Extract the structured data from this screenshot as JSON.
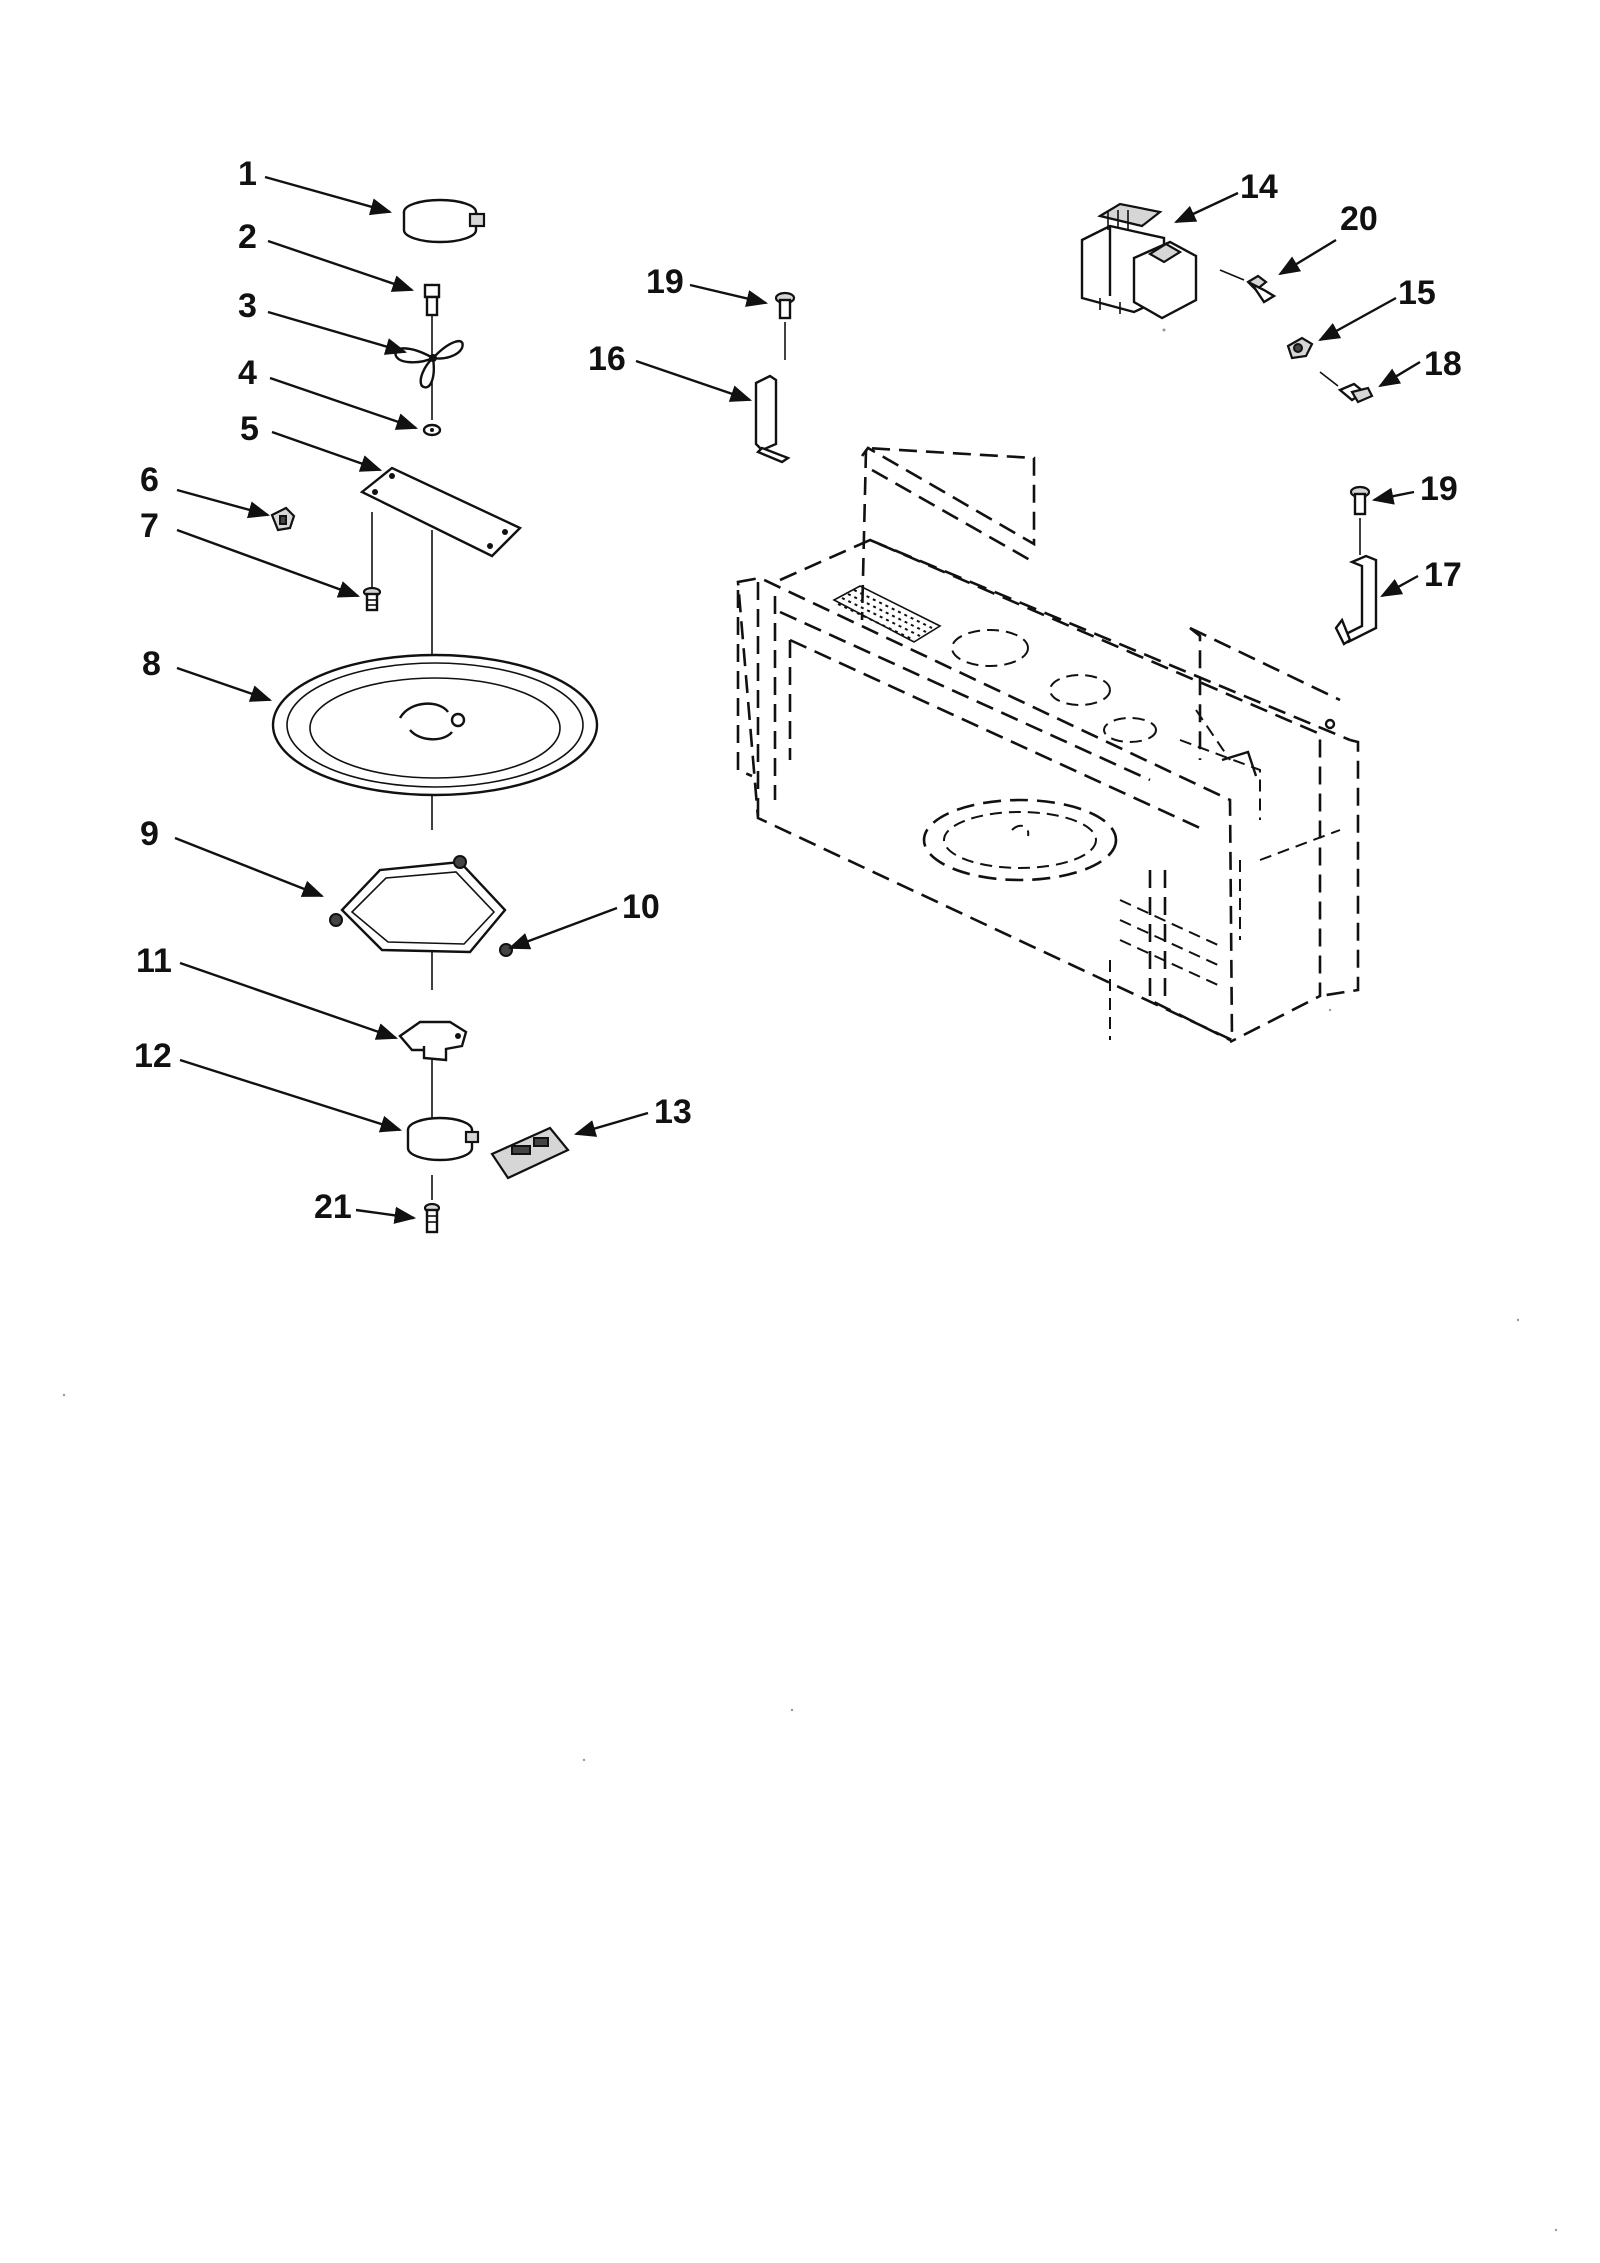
{
  "diagram": {
    "callouts": [
      {
        "id": "c1",
        "label": "1"
      },
      {
        "id": "c2",
        "label": "2"
      },
      {
        "id": "c3",
        "label": "3"
      },
      {
        "id": "c4",
        "label": "4"
      },
      {
        "id": "c5",
        "label": "5"
      },
      {
        "id": "c6",
        "label": "6"
      },
      {
        "id": "c7",
        "label": "7"
      },
      {
        "id": "c8",
        "label": "8"
      },
      {
        "id": "c9",
        "label": "9"
      },
      {
        "id": "c10",
        "label": "10"
      },
      {
        "id": "c11",
        "label": "11"
      },
      {
        "id": "c12",
        "label": "12"
      },
      {
        "id": "c13",
        "label": "13"
      },
      {
        "id": "c14",
        "label": "14"
      },
      {
        "id": "c15",
        "label": "15"
      },
      {
        "id": "c16",
        "label": "16"
      },
      {
        "id": "c17",
        "label": "17"
      },
      {
        "id": "c18",
        "label": "18"
      },
      {
        "id": "c19a",
        "label": "19"
      },
      {
        "id": "c19b",
        "label": "19"
      },
      {
        "id": "c20",
        "label": "20"
      },
      {
        "id": "c21",
        "label": "21"
      }
    ],
    "colors": {
      "line": "#111111",
      "background": "#ffffff"
    }
  }
}
